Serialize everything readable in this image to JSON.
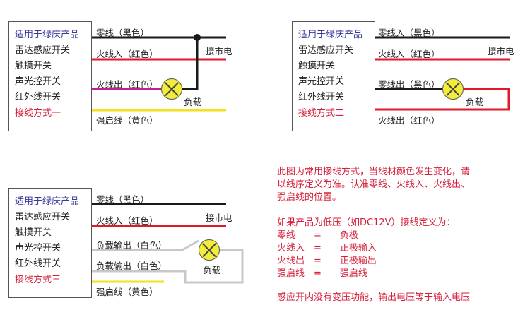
{
  "colors": {
    "black_wire": "#1a1a1a",
    "red_wire": "#e0192b",
    "magenta_wire": "#c41f8c",
    "yellow_wire": "#f2e11c",
    "white_wire": "#c8c8c8",
    "title_blue": "#3a3a9a",
    "accent_red": "#d4203a"
  },
  "panels": [
    {
      "box_lines": [
        "适用于绿庆产品",
        "雷达感应开关",
        "触摸开关",
        "声光控开关",
        "红外线开关",
        "接线方式一"
      ],
      "wires": [
        "零线（黑色）",
        "火线入（红色）",
        "火线出（红色）",
        "强启线（黄色）"
      ],
      "mains_label": "接市电",
      "load_label": "负载"
    },
    {
      "box_lines": [
        "适用于绿庆产品",
        "雷达感应开关",
        "触摸开关",
        "声光控开关",
        "红外线开关",
        "接线方式二"
      ],
      "wires": [
        "零线入（黑色）",
        "火线入（红色）",
        "零线出（黑色）",
        "火线出（红色）"
      ],
      "mains_label": "接市电",
      "load_label": "负载"
    },
    {
      "box_lines": [
        "适用于绿庆产品",
        "雷达感应开关",
        "触摸开关",
        "声光控开关",
        "红外线开关",
        "接线方式三"
      ],
      "wires": [
        "零线（黑色）",
        "火线入（红色）",
        "负载输出（白色）",
        "负载输出（白色）",
        "强启线（黄色）"
      ],
      "mains_label": "接市电",
      "load_label": "负载"
    }
  ],
  "notes": {
    "lines": [
      "此图为常用接线方式，当线材颜色发生变化，请",
      "以线序定义为准。认准零线、火线入、火线出、",
      "强启线的位置。",
      "如果产品为低压（如DC12V）接线定义为：",
      "零线　　=　　负极",
      "火线入　=　　正极输入",
      "火线出　=　　正极输出",
      "强启线　=　　强启线",
      "感应开内没有变压功能，输出电压等于输入电压"
    ]
  }
}
